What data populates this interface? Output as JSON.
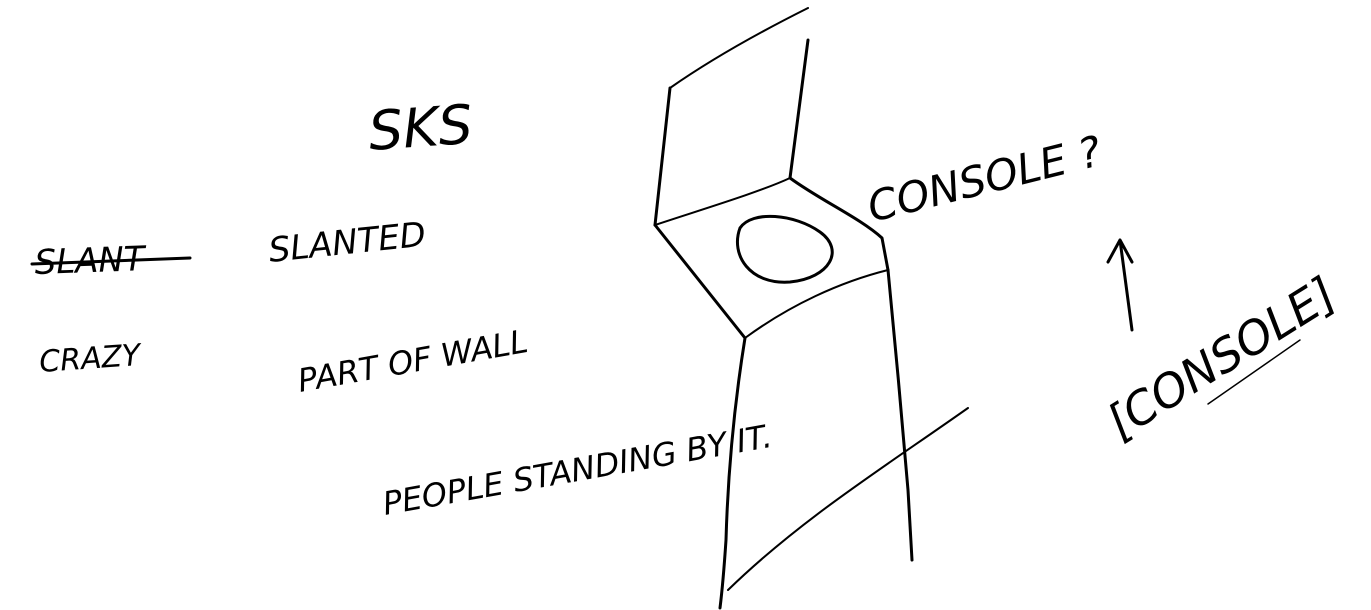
{
  "notes": {
    "title": "SKS",
    "strikethrough_word": "SLANT",
    "label_slanted": "SLANTED",
    "label_crazy": "CRAZY",
    "label_part_of_wall": "PART OF WALL",
    "label_people_standing": "PEOPLE STANDING BY IT.",
    "label_console_question": "CONSOLE ?",
    "label_console_bracketed": "[CONSOLE]"
  },
  "colors": {
    "ink": "#000000",
    "paper": "#ffffff"
  }
}
